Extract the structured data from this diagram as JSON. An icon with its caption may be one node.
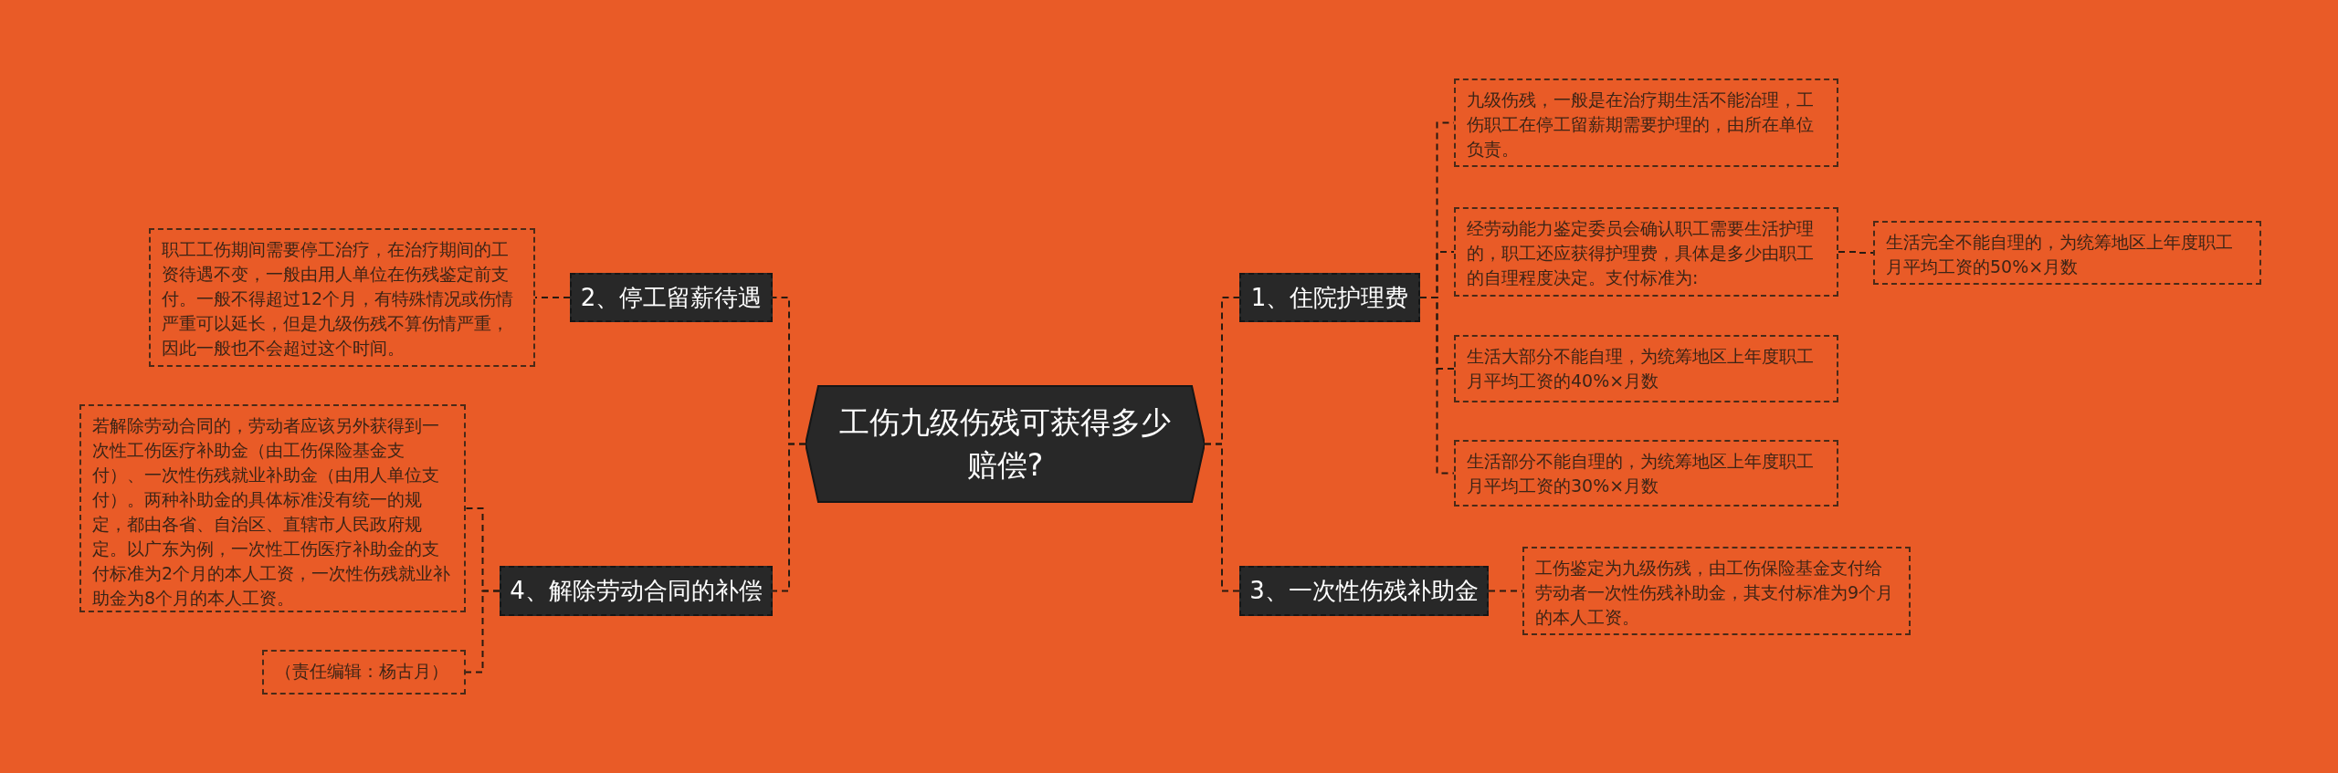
{
  "diagram": {
    "nodes": [
      {
        "text": [
          "工伤九级伤残可获得多少赔偿?"
        ]
      },
      {
        "text": [
          "1、住院护理费"
        ]
      },
      {
        "text": [
          "2、停工留薪待遇"
        ]
      },
      {
        "text": [
          "3、一次性伤残补助金"
        ]
      },
      {
        "text": [
          "4、解除劳动合同的补偿"
        ]
      },
      {
        "text": [
          "九级伤残，一般是在治疗期生活不能治理，工伤职工在停工留薪期需要护理的，由所在单位负责。"
        ]
      },
      {
        "text": [
          "经劳动能力鉴定委员会确认职工需要生活护理的，职工还应获得护理费，具体是多少由职工的自理程度决定。支付标准为:"
        ]
      },
      {
        "text": [
          "生活完全不能自理的，为统筹地区上年度职工月平均工资的50%×月数"
        ]
      },
      {
        "text": [
          "生活大部分不能自理，为统筹地区上年度职工月平均工资的40%×月数"
        ]
      },
      {
        "text": [
          "生活部分不能自理的，为统筹地区上年度职工月平均工资的30%×月数"
        ]
      },
      {
        "text": [
          "工伤鉴定为九级伤残，由工伤保险基金支付给劳动者一次性伤残补助金，其支付标准为9个月的本人工资。"
        ]
      },
      {
        "text": [
          "职工工伤期间需要停工治疗，在治疗期间的工资待遇不变，一般由用人单位在伤残鉴定前支付。一般不得超过12个月，有特殊情况或伤情严重可以延长，但是九级伤残不算伤情严重，因此一般也不会超过这个时间。"
        ]
      },
      {
        "text": [
          "若解除劳动合同的，劳动者应该另外获得到一次性工伤医疗补助金（由工伤保险基金支付）、一次性伤残就业补助金（由用人单位支付）。两种补助金的具体标准没有统一的规定，都由各省、自治区、直辖市人民政府规定。以广东为例，一次性工伤医疗补助金的支付标准为2个月的本人工资，一次性伤残就业补助金为8个月的本人工资。"
        ]
      },
      {
        "text": [
          "（责任编辑：杨古月）"
        ]
      }
    ],
    "edges": [
      {
        "from": 0,
        "to": 1,
        "arrow": "none"
      },
      {
        "from": 0,
        "to": 2,
        "arrow": "none"
      },
      {
        "from": 0,
        "to": 3,
        "arrow": "none"
      },
      {
        "from": 0,
        "to": 4,
        "arrow": "none"
      },
      {
        "from": 1,
        "to": 5,
        "arrow": "none"
      },
      {
        "from": 1,
        "to": 6,
        "arrow": "none"
      },
      {
        "from": 1,
        "to": 8,
        "arrow": "none"
      },
      {
        "from": 1,
        "to": 9,
        "arrow": "none"
      },
      {
        "from": 6,
        "to": 7,
        "arrow": "none"
      },
      {
        "from": 3,
        "to": 10,
        "arrow": "none"
      },
      {
        "from": 2,
        "to": 11,
        "arrow": "none"
      },
      {
        "from": 4,
        "to": 12,
        "arrow": "none"
      },
      {
        "from": 4,
        "to": 13,
        "arrow": "none"
      }
    ]
  }
}
